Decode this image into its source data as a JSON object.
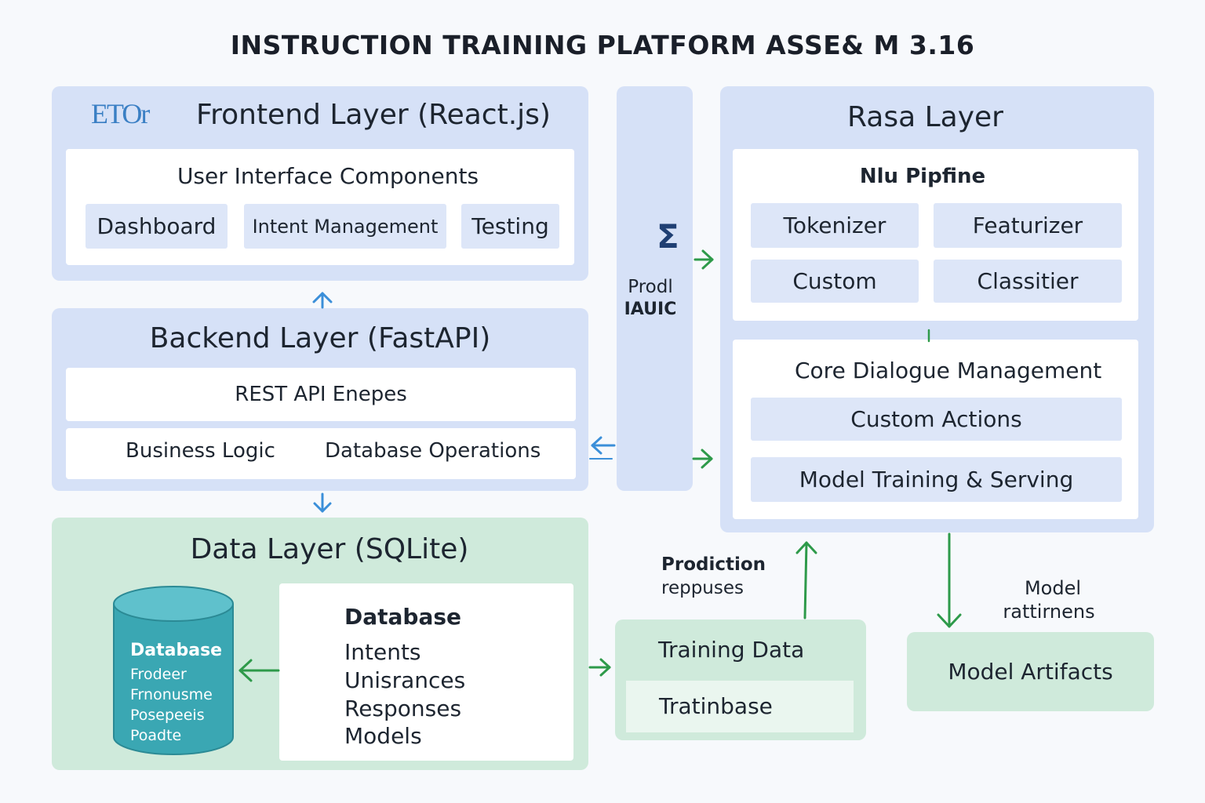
{
  "title": "INSTRUCTION TRAINING PLATFORM ASSE& M 3.16",
  "colors": {
    "blue_panel": "#d6e1f7",
    "blue_chip": "#dde6f8",
    "green_panel": "#cfeadb",
    "db_cylinder": "#3aa7b3",
    "arrow_blue": "#3b8fd9",
    "arrow_green": "#2e9a4a"
  },
  "frontend": {
    "logo_text": "ETOr",
    "title": "Frontend Layer (React.js)",
    "box_title": "User Interface Components",
    "chips": [
      "Dashboard",
      "Intent Management",
      "Testing"
    ]
  },
  "backend": {
    "title": "Backend Layer (FastAPI)",
    "rest": "REST API Enepes",
    "logic": "Business Logic",
    "ops": "Database Operations"
  },
  "data_layer": {
    "title": "Data Layer (SQLite)",
    "cylinder_title": "Database",
    "cylinder_items": [
      "Frodeer",
      "Frnonusme",
      "Posepeeis",
      "Poadte"
    ],
    "box_title": "Database",
    "box_items": [
      "Intents",
      "Unisrances",
      "Responses",
      "Models"
    ]
  },
  "middle": {
    "icon_text": "Σ",
    "line1": "Prodl",
    "line2": "IAUIC"
  },
  "rasa": {
    "title": "Rasa Layer",
    "nlu_title": "Nlu Pipfine",
    "nlu_items": [
      "Tokenizer",
      "Featurizer",
      "Custom",
      "Classitier"
    ],
    "core_title": "Core Dialogue Management",
    "core_items": [
      "Custom Actions",
      "Model Training & Serving"
    ]
  },
  "training": {
    "label_line1": "Prodiction",
    "label_line2": "reppuses",
    "title": "Training Data",
    "inner": "Tratinbase"
  },
  "artifacts": {
    "label_line1": "Model",
    "label_line2": "rattirnens",
    "title": "Model Artifacts"
  }
}
